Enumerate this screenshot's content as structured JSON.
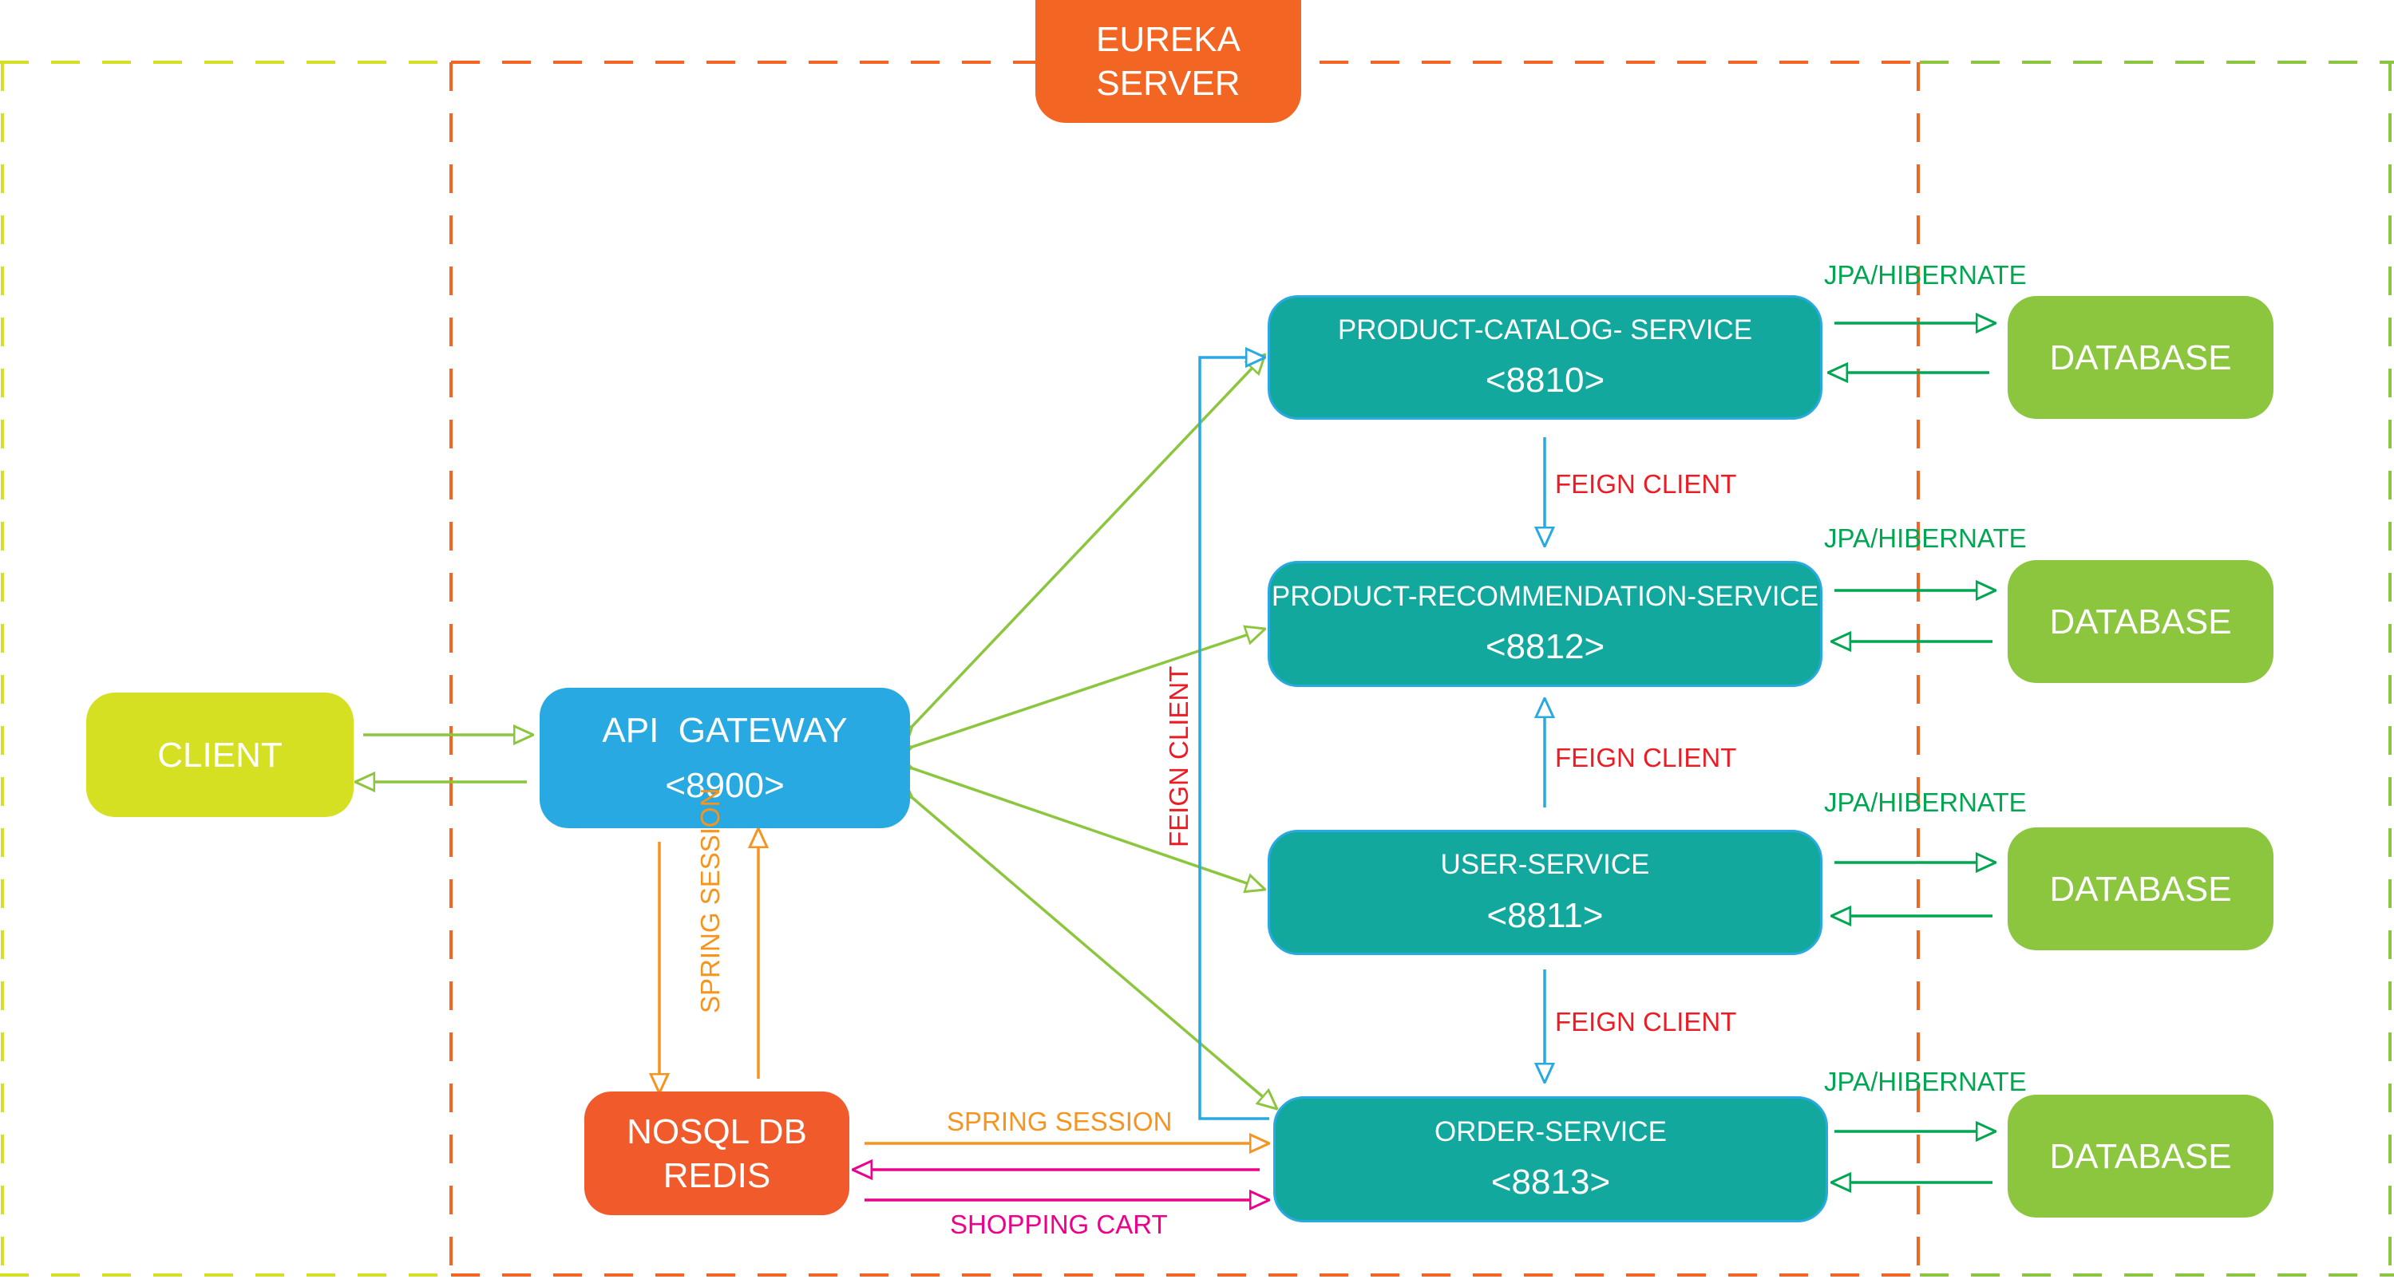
{
  "eureka": {
    "line1": "EUREKA",
    "line2": "SERVER"
  },
  "client": {
    "label": "CLIENT"
  },
  "gateway": {
    "name": "API  GATEWAY",
    "port": "<8900>"
  },
  "redis": {
    "line1": "NOSQL DB",
    "line2": "REDIS"
  },
  "services": {
    "catalog": {
      "name": "PRODUCT-CATALOG- SERVICE",
      "port": "<8810>"
    },
    "recommendation": {
      "name": "PRODUCT-RECOMMENDATION-SERVICE",
      "port": "<8812>"
    },
    "user": {
      "name": "USER-SERVICE",
      "port": "<8811>"
    },
    "order": {
      "name": "ORDER-SERVICE",
      "port": "<8813>"
    }
  },
  "database": {
    "label": "DATABASE"
  },
  "labels": {
    "jpa": "JPA/HIBERNATE",
    "feign": "FEIGN CLIENT",
    "spring_session": "SPRING SESSION",
    "shopping_cart": "SHOPPING CART"
  },
  "colors": {
    "client": "#d4e021",
    "gateway": "#29a9e1",
    "service": "#13a89e",
    "database": "#8cc63f",
    "redis": "#f15a2b",
    "eureka": "#f26522",
    "feign": "#ed1c24",
    "jpa": "#00a651",
    "spring_session": "#f7941d",
    "shopping_cart": "#ec008c"
  }
}
